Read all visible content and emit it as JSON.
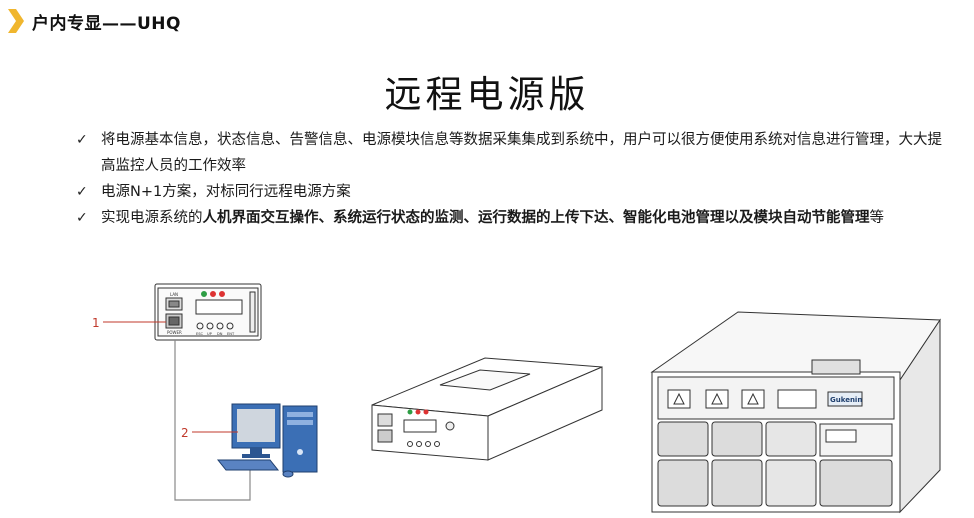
{
  "header": {
    "title": "户内专显——UHQ",
    "accent_color": "#f0b62e",
    "icon": "chevron-right-icon"
  },
  "slide": {
    "title": "远程电源版",
    "bullets": [
      {
        "text": "将电源基本信息，状态信息、告警信息、电源模块信息等数据采集集成到系统中，用户可以很方便使用系统对信息进行管理，大大提高监控人员的工作效率"
      },
      {
        "text": "电源N+1方案，对标同行远程电源方案"
      },
      {
        "prefix": "实现电源系统的",
        "bold": "人机界面交互操作、系统运行状态的监测、运行数据的上传下达、智能化电池管理以及模块自动节能管理",
        "suffix": "等"
      }
    ],
    "check_glyph": "✓"
  },
  "figure": {
    "callouts": [
      "1",
      "2"
    ],
    "callout_color": "#c0392b",
    "module_labels": {
      "lan": "LAN",
      "power": "POWER",
      "buttons": [
        "ESC",
        "UP",
        "DN",
        "ENT"
      ]
    },
    "rack_brand": "Gukenin"
  }
}
